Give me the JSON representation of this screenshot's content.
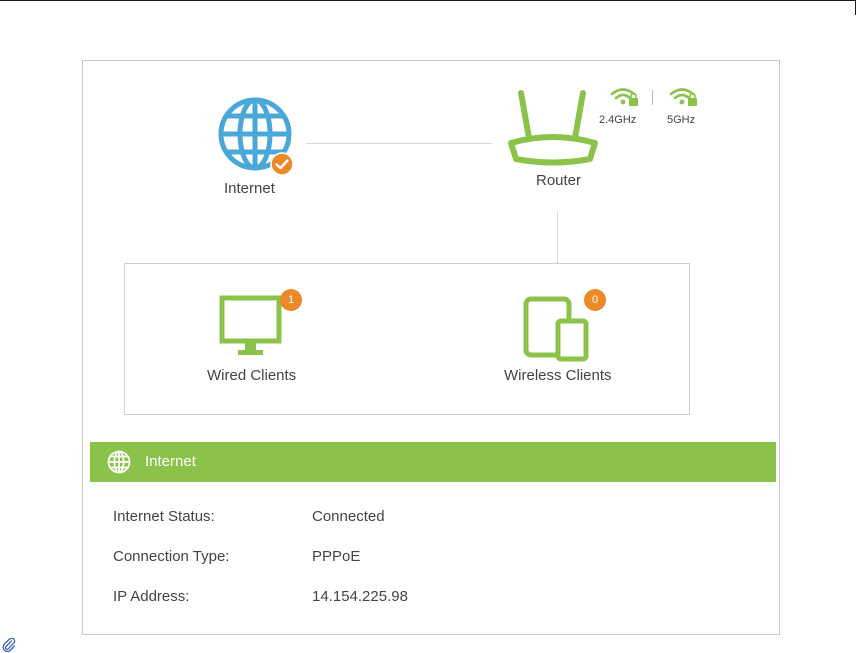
{
  "topology": {
    "internet": {
      "label": "Internet",
      "icon": "globe-icon",
      "status_icon": "check-badge-icon"
    },
    "router": {
      "label": "Router",
      "icon": "router-icon"
    },
    "bands": [
      {
        "label": "2.4GHz",
        "icon": "wifi-lock-icon"
      },
      {
        "label": "5GHz",
        "icon": "wifi-lock-icon"
      }
    ],
    "wired": {
      "label": "Wired Clients",
      "count": "1",
      "icon": "monitor-icon"
    },
    "wireless": {
      "label": "Wireless Clients",
      "count": "0",
      "icon": "tablet-phone-icon"
    }
  },
  "internet_section": {
    "title": "Internet",
    "icon": "globe-icon",
    "rows": [
      {
        "label": "Internet Status:",
        "value": "Connected"
      },
      {
        "label": "Connection Type:",
        "value": "PPPoE"
      },
      {
        "label": "IP Address:",
        "value": "14.154.225.98"
      }
    ]
  },
  "colors": {
    "green": "#8bc34a",
    "blue": "#4aa8d8",
    "orange": "#ec8a29"
  }
}
